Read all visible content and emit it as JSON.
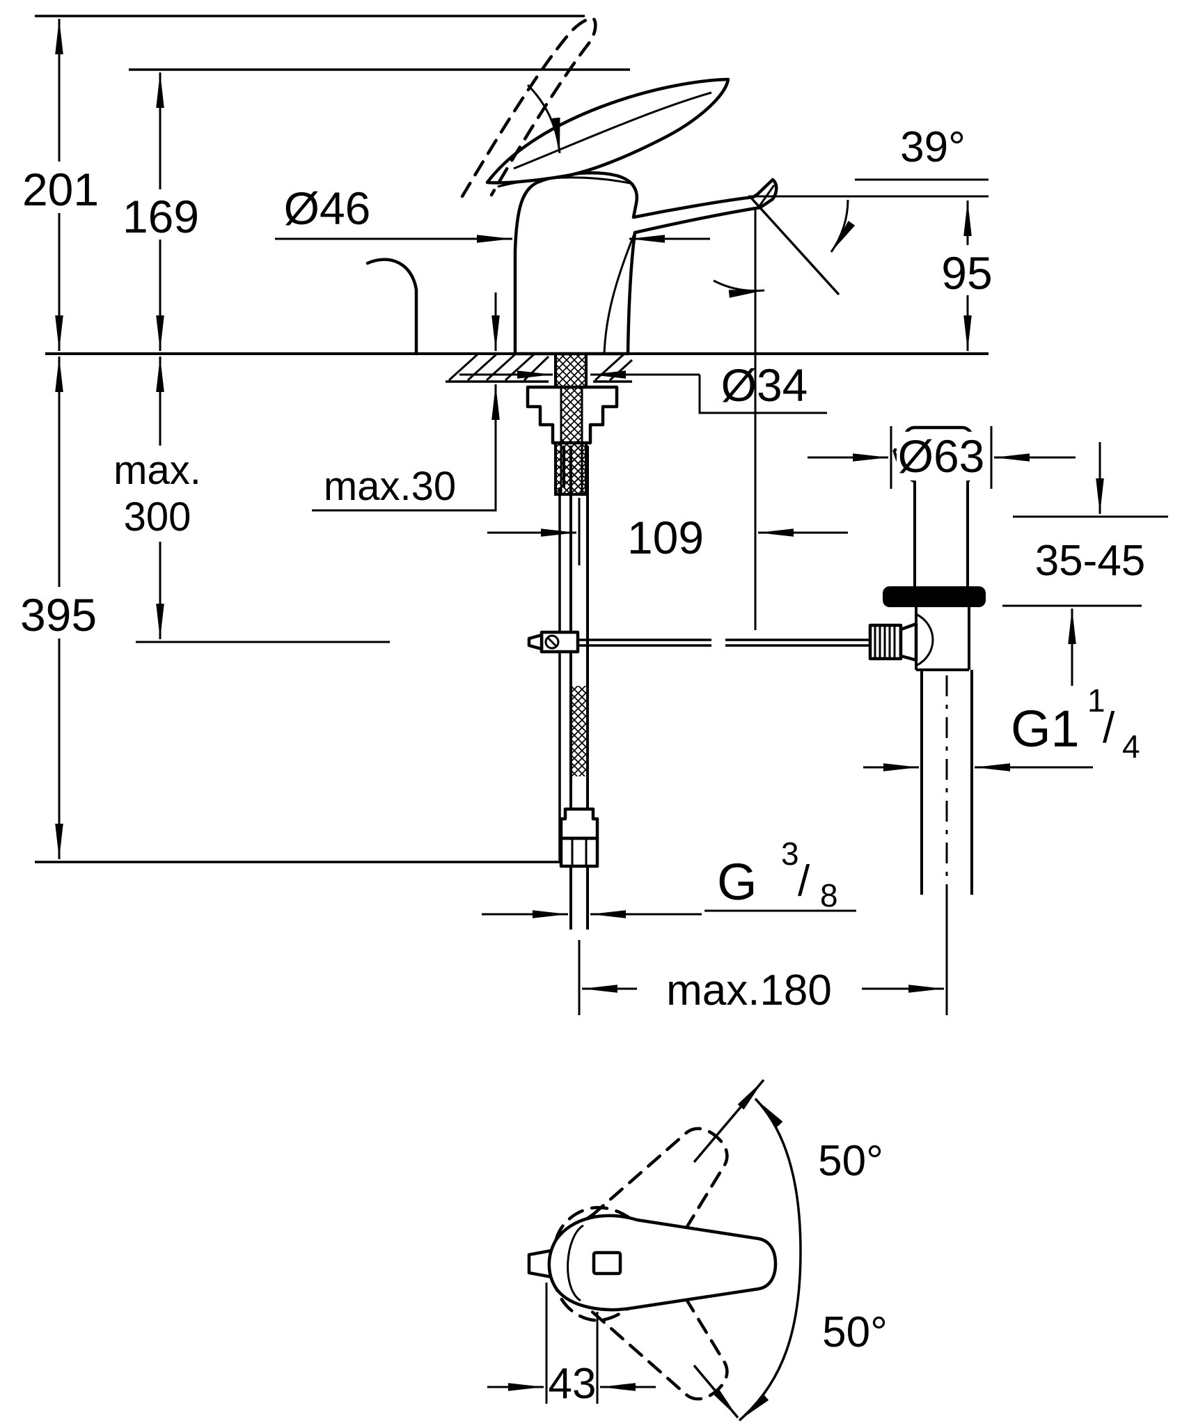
{
  "drawing": {
    "colors": {
      "ink": "#000000",
      "paper": "#ffffff"
    },
    "labels": {
      "height_to_raised_lever": "201",
      "height_to_handle": "169",
      "body_diameter": "Ø46",
      "spray_angle": "39°",
      "spout_height": "95",
      "mounting_depth_line1": "max.",
      "mounting_depth_line2": "300",
      "deck_thickness": "max.30",
      "shank_diameter": "Ø34",
      "spout_reach": "109",
      "waste_flange_diameter": "Ø63",
      "basin_thickness_range": "35-45",
      "overall_depth": "395",
      "waste_thread": {
        "base": "G1",
        "numerator": "1",
        "slash": "/",
        "denominator": "4"
      },
      "hose_thread": {
        "base": "G",
        "numerator": "3",
        "slash": "/",
        "denominator": "8"
      },
      "hose_reach": "max.180",
      "swivel_angle_up": "50°",
      "swivel_angle_down": "50°",
      "handle_to_spout_offset": "43"
    }
  }
}
